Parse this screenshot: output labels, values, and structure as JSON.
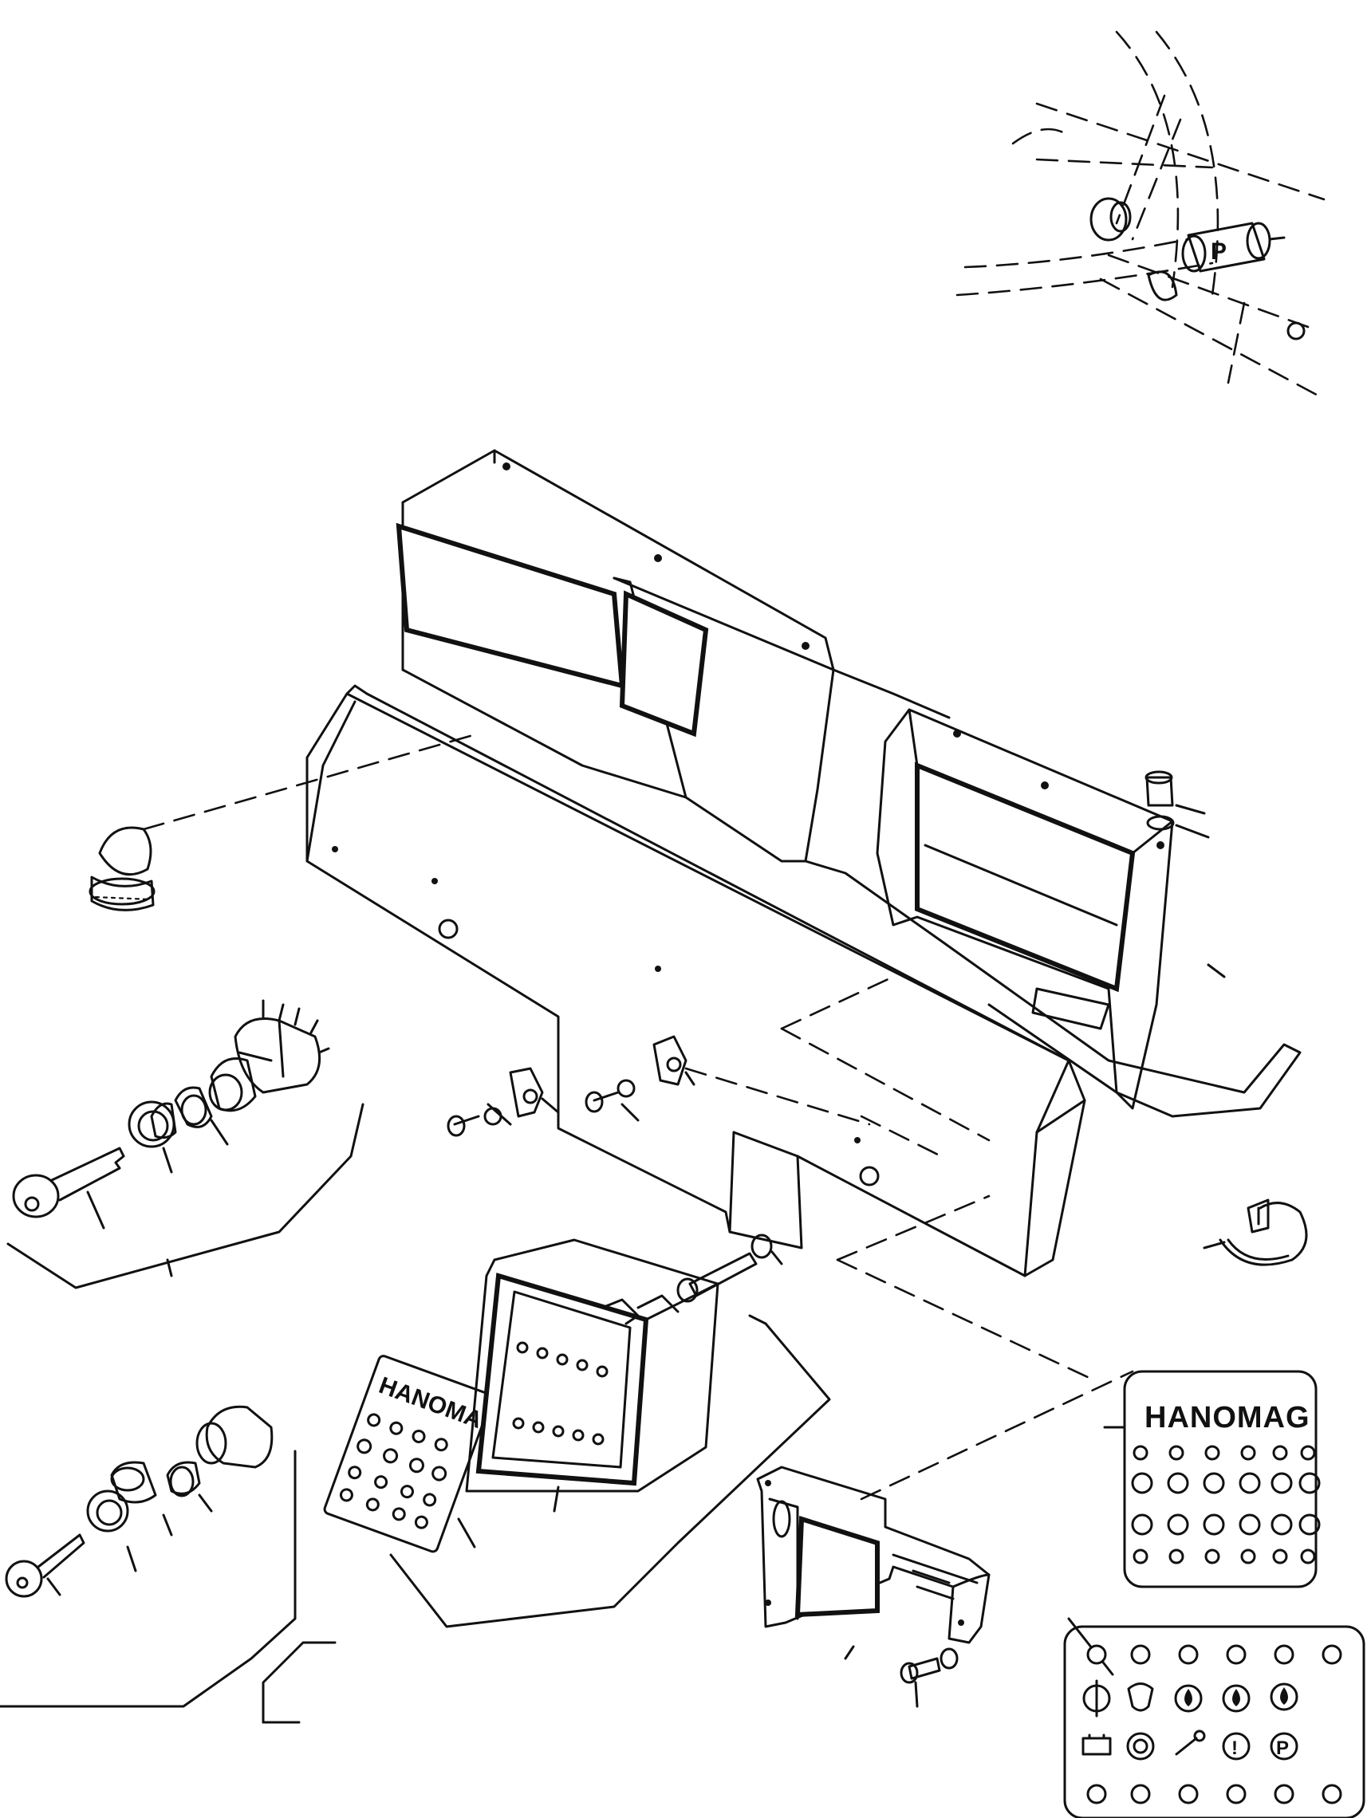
{
  "labels": {
    "brand_small_plate": "HANOMAG",
    "brand_decal": "HANOMAG"
  },
  "icons": {
    "parking_switch_glyph": "P",
    "indicator_p": "P",
    "indicator_warning": "!"
  }
}
